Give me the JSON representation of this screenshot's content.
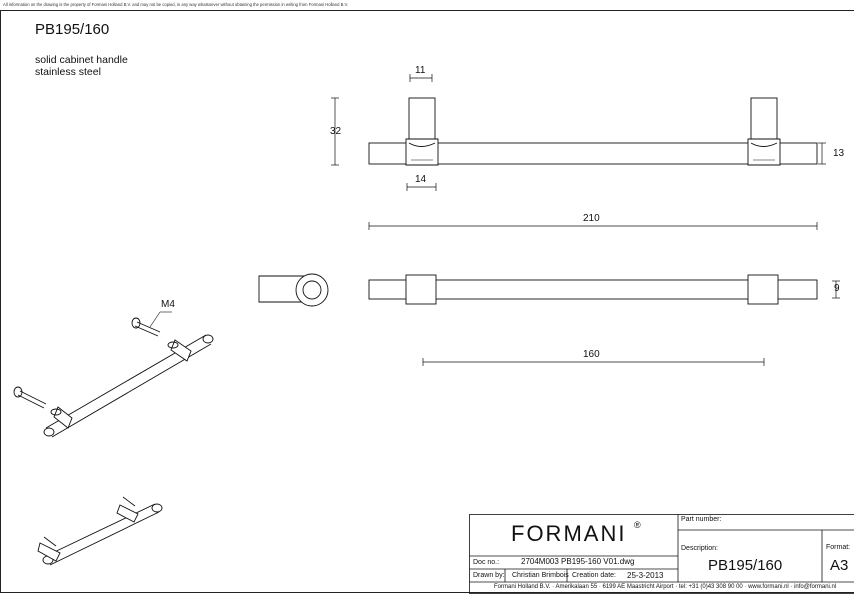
{
  "notice": "All information on the drawing is the property of Formani Holland B.V. and may not be copied, in any way whatsoever without obtaining the permission in writing from Formani Holland B.V.",
  "product": {
    "code": "PB195/160",
    "description_line1": "solid cabinet handle",
    "description_line2": "stainless steel"
  },
  "dimensions": {
    "d11": "11",
    "d14": "14",
    "d32": "32",
    "d13": "13",
    "d210": "210",
    "d9": "9",
    "d160": "160",
    "screw": "M4"
  },
  "title_block": {
    "logo": "FORMANI",
    "registered": "®",
    "part_number_label": "Part number:",
    "description_label": "Description:",
    "description_value": "PB195/160",
    "format_label": "Format:",
    "format_value": "A3",
    "doc_no_label": "Doc no.:",
    "doc_no_value": "2704M003 PB195-160 V01.dwg",
    "drawn_by_label": "Drawn by:",
    "drawn_by_value": "Christian Brimbois",
    "creation_date_label": "Creation date:",
    "creation_date_value": "25-3-2013",
    "footer": "Formani Holland B.V. · Amerikalaan 55 · 6199 AE Maastricht Airport · tel: +31 (0)43 308 90 00 · www.formani.nl · info@formani.nl"
  }
}
